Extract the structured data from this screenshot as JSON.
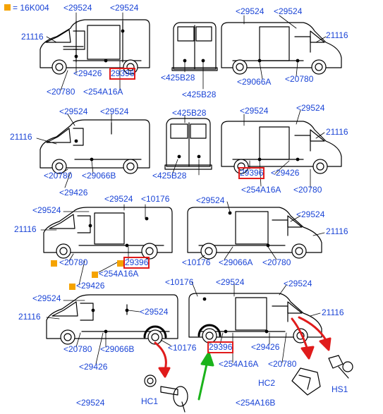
{
  "legend": {
    "marker_color": "#f5a300",
    "text": "= 16K004"
  },
  "colors": {
    "label": "#1a44d6",
    "highlight_box": "#e01b1b",
    "arrow_red": "#e01b1b",
    "arrow_green": "#1bb31b",
    "marker": "#f5a300",
    "outline": "#000000"
  },
  "labels": {
    "p1_29524a": "<29524",
    "p1_29524b": "<29524",
    "p1_21116": "21116",
    "p1_29426": "<29426",
    "p1_29396": "29396",
    "p1_20780": "<20780",
    "p1_254A16A": "<254A16A",
    "r1_425B28a": "<425B28",
    "r1_425B28b": "<425B28",
    "s1_29524a": "<29524",
    "s1_29524b": "<29524",
    "s1_21116": "21116",
    "s1_29066A": "<29066A",
    "s1_20780": "<20780",
    "p2_29524a": "<29524",
    "p2_29524b": "<29524",
    "p2_21116": "21116",
    "p2_20780": "<20780",
    "p2_29066B": "<29066B",
    "p2_29426": "<29426",
    "r2_425B28a": "<425B28",
    "r2_425B28b": "<425B28",
    "s2_29524a": "<29524",
    "s2_29524b": "<29524",
    "s2_21116": "21116",
    "s2_29396": "29396",
    "s2_29426": "<29426",
    "s2_254A16A": "<254A16A",
    "s2_20780": "<20780",
    "p3_29524a": "<29524",
    "p3_29524b": "<29524",
    "p3_10176": "<10176",
    "p3_21116": "21116",
    "p3_20780": "<20780",
    "p3_29396": "29396",
    "p3_254A16A": "<254A16A",
    "p3_29426": "<29426",
    "s3_29524a": "<29524",
    "s3_29524b": "<29524",
    "s3_21116": "21116",
    "s3_10176": "<10176",
    "s3_29066A": "<29066A",
    "s3_20780": "<20780",
    "p4_29524a": "<29524",
    "p4_21116": "21116",
    "p4_29524b": "<29524",
    "p4_20780": "<20780",
    "p4_29066B": "<29066B",
    "p4_10176": "<10176",
    "p4_29426": "<29426",
    "s4_10176": "<10176",
    "s4_29524a": "<29524",
    "s4_29524b": "<29524",
    "s4_21116": "21116",
    "s4_29396": "29396",
    "s4_29426": "<29426",
    "s4_254A16A": "<254A16A",
    "s4_20780": "<20780",
    "hc2": "HC2",
    "hs1": "HS1",
    "hc1": "HC1",
    "b_29524": "<29524",
    "b_254A16B": "<254A16B"
  }
}
